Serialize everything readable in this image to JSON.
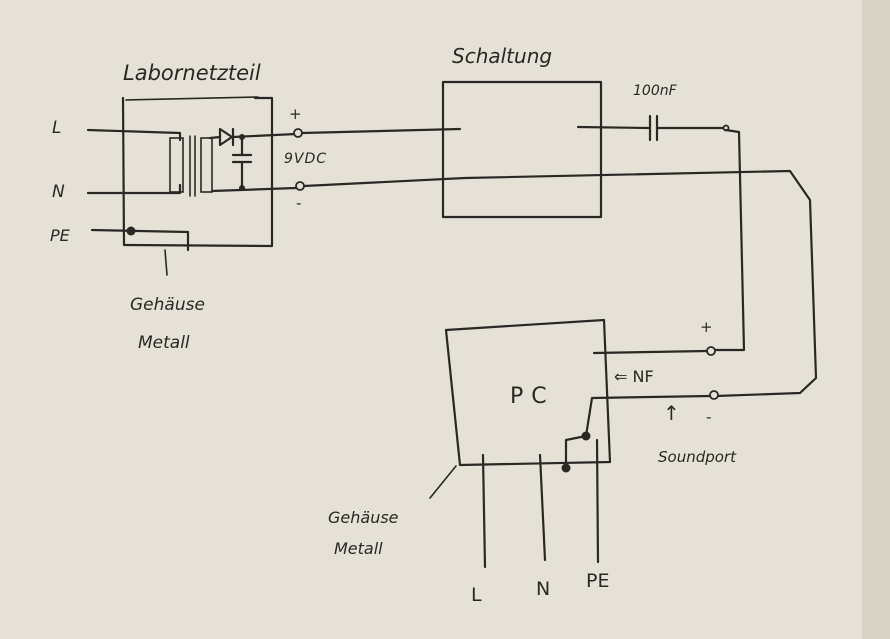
{
  "psu": {
    "title": "Labornetzteil",
    "plus": "+",
    "minus": "-",
    "voltage": "9VDC",
    "inputs": [
      "L",
      "N",
      "PE"
    ],
    "chassis_line1": "Gehäuse",
    "chassis_line2": "Metall"
  },
  "circuit": {
    "title": "Schaltung",
    "capacitor": "100nF"
  },
  "pc": {
    "title": "PC",
    "plus": "+",
    "minus": "-",
    "signal": "⇐ NF",
    "arrow": "↑",
    "port": "Soundport",
    "chassis_line1": "Gehäuse",
    "chassis_line2": "Metall",
    "mains": [
      "L",
      "N",
      "PE"
    ]
  },
  "colors": {
    "paper": "#e6e1d6",
    "ink": "#2b2724"
  }
}
